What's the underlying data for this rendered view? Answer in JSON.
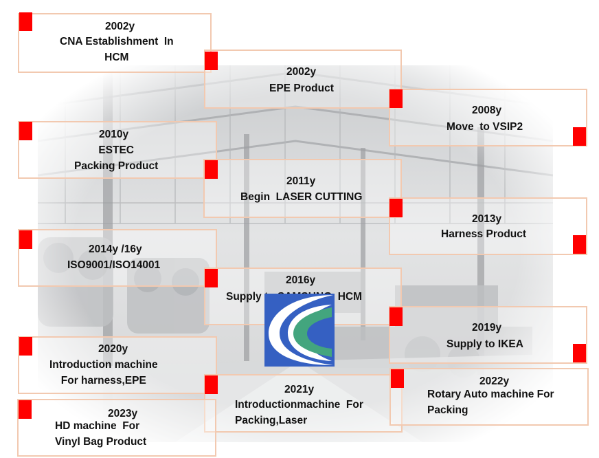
{
  "colors": {
    "marker": "#ff0000",
    "border": "#f2c9b0",
    "logo_blue": "#3560c2",
    "logo_green": "#43a57e"
  },
  "logo": {
    "icon": "company-logo"
  },
  "milestones": [
    {
      "year": "2002y",
      "text": "CNA Establishment  In\nHCM"
    },
    {
      "year": "2002y",
      "text": "EPE Product"
    },
    {
      "year": "2008y",
      "text": "Move  to VSIP2"
    },
    {
      "year": "2010y",
      "text": "ESTEC\nPacking Product"
    },
    {
      "year": "2011y",
      "text": "Begin  LASER CUTTING"
    },
    {
      "year": "2013y",
      "text": "Harness Product"
    },
    {
      "year": "2014y /16y",
      "text": "ISO9001/ISO14001"
    },
    {
      "year": "2016y",
      "text": "Supply to SAMSUNG  HCM"
    },
    {
      "year": "2019y",
      "text": "Supply to IKEA"
    },
    {
      "year": "2020y",
      "text": "Introduction machine\nFor harness,EPE"
    },
    {
      "year": "2021y",
      "text": "Introductionmachine  For\nPacking,Laser"
    },
    {
      "year": "2022y",
      "text": "Rotary Auto machine For\nPacking"
    },
    {
      "year": "2023y",
      "text": "HD machine  For\nVinyl Bag Product"
    }
  ]
}
